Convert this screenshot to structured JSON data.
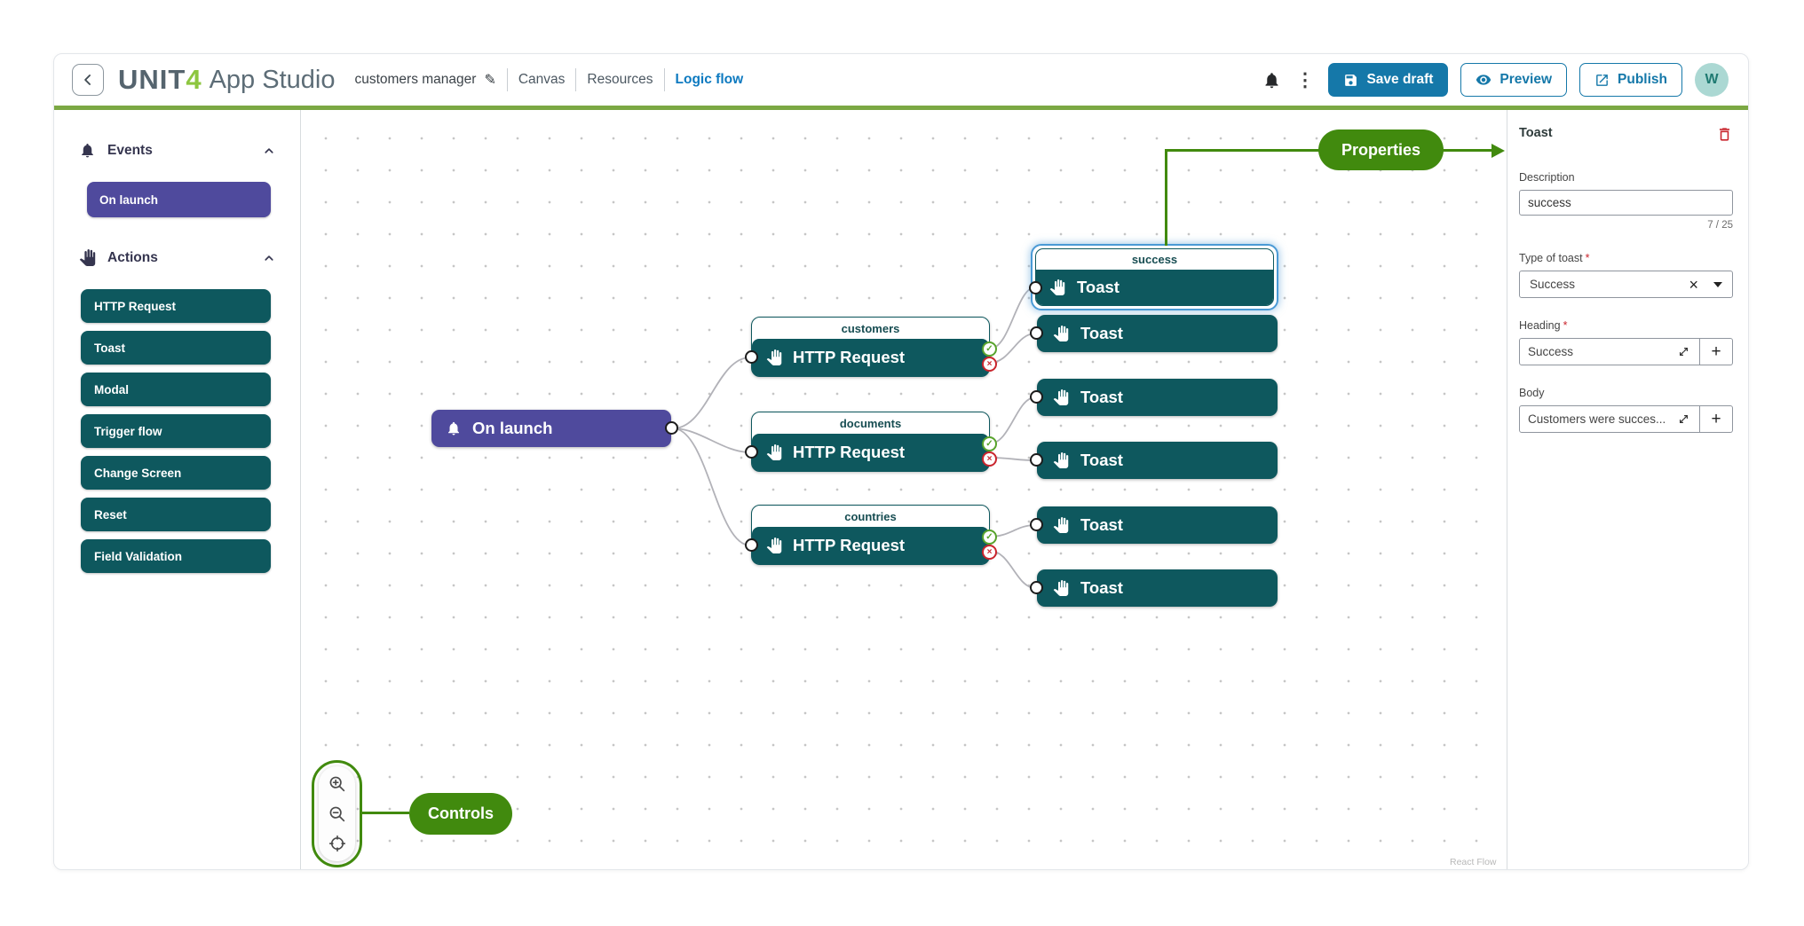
{
  "header": {
    "brand": {
      "name_prefix": "UNIT",
      "name_digit": "4",
      "product": "App Studio"
    },
    "project_name": "customers manager",
    "tabs": [
      {
        "label": "Canvas",
        "active": false
      },
      {
        "label": "Resources",
        "active": false
      },
      {
        "label": "Logic flow",
        "active": true
      }
    ],
    "actions": {
      "save": "Save draft",
      "preview": "Preview",
      "publish": "Publish"
    },
    "avatar_initial": "W"
  },
  "sidebar": {
    "events_title": "Events",
    "event_items": [
      {
        "label": "On launch"
      }
    ],
    "actions_title": "Actions",
    "action_items": [
      {
        "label": "HTTP Request"
      },
      {
        "label": "Toast"
      },
      {
        "label": "Modal"
      },
      {
        "label": "Trigger flow"
      },
      {
        "label": "Change Screen"
      },
      {
        "label": "Reset"
      },
      {
        "label": "Field Validation"
      }
    ]
  },
  "canvas": {
    "event_node": {
      "label": "On launch"
    },
    "http_groups": [
      {
        "title": "customers",
        "label": "HTTP Request"
      },
      {
        "title": "documents",
        "label": "HTTP Request"
      },
      {
        "title": "countries",
        "label": "HTTP Request"
      }
    ],
    "toasts": [
      {
        "title": "success",
        "label": "Toast",
        "selected": true
      },
      {
        "label": "Toast"
      },
      {
        "label": "Toast"
      },
      {
        "label": "Toast"
      },
      {
        "label": "Toast"
      },
      {
        "label": "Toast"
      }
    ],
    "annotations": {
      "properties": "Properties",
      "controls": "Controls"
    },
    "attribution": "React Flow"
  },
  "panel": {
    "title": "Toast",
    "required_mark": "*",
    "description": {
      "label": "Description",
      "value": "success",
      "counter": "7 / 25"
    },
    "toast_type": {
      "label": "Type of toast",
      "value": "Success",
      "required": true
    },
    "heading": {
      "label": "Heading",
      "value": "Success",
      "required": true
    },
    "body": {
      "label": "Body",
      "value": "Customers were succes..."
    }
  },
  "icons": {
    "kebab": "⋮",
    "edit_pencil": "✎",
    "success_check": "✓",
    "error_cross": "×",
    "clear_x": "×",
    "add_plus": "+"
  },
  "colors": {
    "teal_node": "#0e585e",
    "purple_event": "#4f4a9d",
    "annotation_green": "#418a0e",
    "header_underline_green": "#7ba843",
    "brand_green": "#8dc63f",
    "primary_blue": "#1578a9",
    "active_tab_blue": "#0d7ac0",
    "selection_blue": "#4a9ad5",
    "error_red": "#c9252d",
    "success_green": "#58a32c"
  }
}
